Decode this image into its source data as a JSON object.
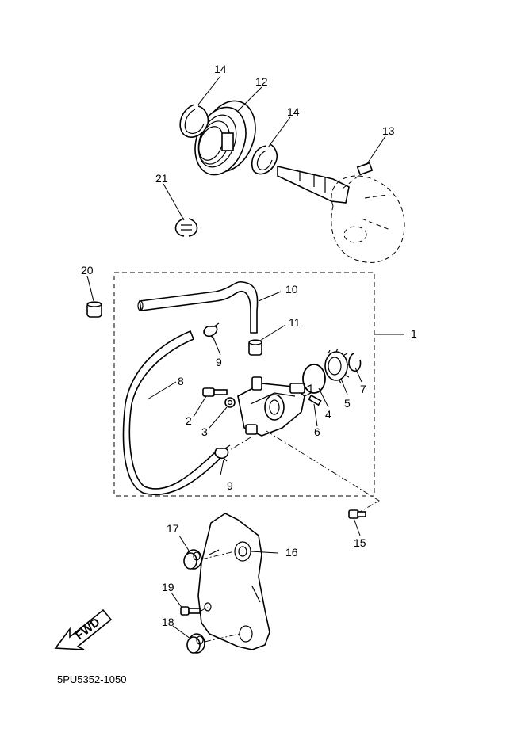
{
  "callouts": {
    "c1": "1",
    "c2": "2",
    "c3": "3",
    "c4": "4",
    "c5": "5",
    "c6": "6",
    "c7": "7",
    "c8": "8",
    "c9a": "9",
    "c9b": "9",
    "c10": "10",
    "c11": "11",
    "c12": "12",
    "c13": "13",
    "c14a": "14",
    "c14b": "14",
    "c15": "15",
    "c16": "16",
    "c17": "17",
    "c18": "18",
    "c19": "19",
    "c20": "20",
    "c21": "21"
  },
  "fwd_label": "FWD",
  "diagram_code": "5PU5352-1050"
}
